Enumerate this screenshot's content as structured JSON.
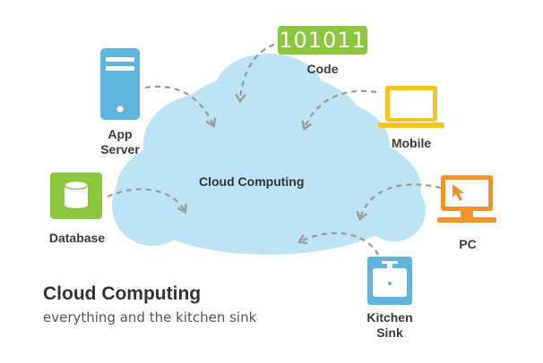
{
  "diagram": {
    "cloud_label": "Cloud Computing",
    "nodes": {
      "app_server": {
        "label": "App\nServer",
        "icon": "server-icon"
      },
      "code": {
        "label": "Code",
        "badge_text": "101011",
        "icon": "binary-code-badge"
      },
      "mobile": {
        "label": "Mobile",
        "icon": "laptop-icon"
      },
      "database": {
        "label": "Database",
        "icon": "database-icon"
      },
      "pc": {
        "label": "PC",
        "icon": "desktop-computer-icon"
      },
      "kitchen_sink": {
        "label": "Kitchen\nSink",
        "icon": "kitchen-sink-icon"
      }
    }
  },
  "footer": {
    "title": "Cloud Computing",
    "subtitle": "everything and the kitchen sink"
  },
  "colors": {
    "cloud": "#bde4f4",
    "server": "#5fb6dd",
    "code_badge": "#8cc63f",
    "mobile": "#f7c31e",
    "database": "#8cc63f",
    "pc": "#f5922b",
    "sink": "#5fb6dd",
    "arrow": "#9a9a9a"
  }
}
